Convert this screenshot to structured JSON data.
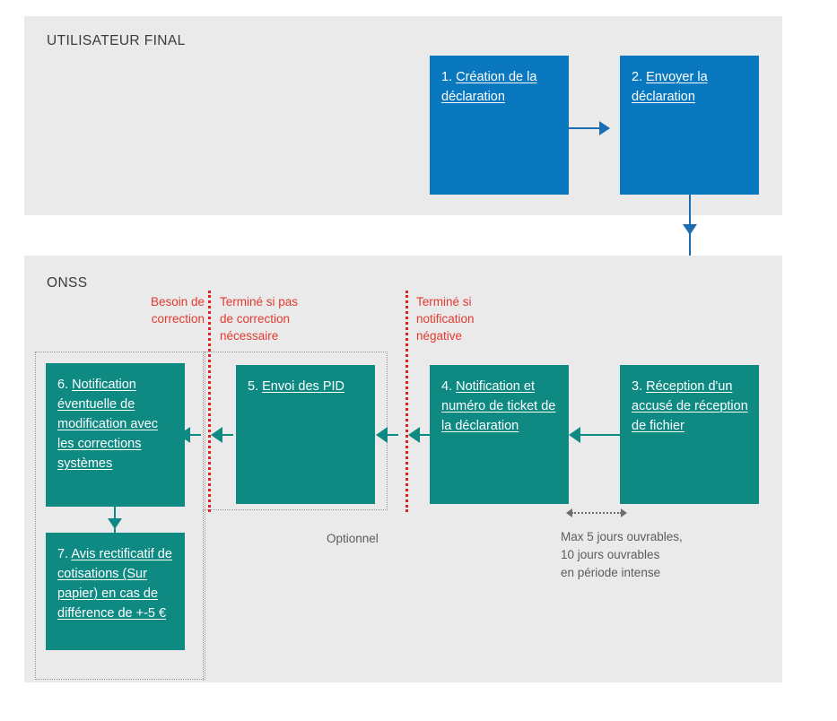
{
  "lanes": [
    {
      "title": "UTILISATEUR FINAL"
    },
    {
      "title": "ONSS"
    }
  ],
  "nodes": {
    "n1": {
      "number": "1.",
      "label": "Création de la déclaration"
    },
    "n2": {
      "number": "2.",
      "label": "Envoyer la déclaration"
    },
    "n3": {
      "number": "3.",
      "label": "Réception d'un accusé de réception de fichier"
    },
    "n4": {
      "number": "4.",
      "label": "Notification et numéro de ticket de la déclaration"
    },
    "n5": {
      "number": "5.",
      "label": "Envoi des PID"
    },
    "n6": {
      "number": "6.",
      "label": "Notification éventuelle de modification avec les corrections systèmes"
    },
    "n7": {
      "number": "7.",
      "label": "Avis rectificatif de cotisations (Sur papier) en cas de différence de +-5 €"
    }
  },
  "red_labels": {
    "correction_needed": "Besoin de\ncorrection",
    "done_no_correction": "Terminé si pas\nde correction\nnécessaire",
    "done_negative_notification": "Terminé si\nnotification\nnégative"
  },
  "notes": {
    "optional": "Optionnel",
    "deadline": "Max 5 jours ouvrables,\n10 jours ouvrables\nen période intense"
  },
  "colors": {
    "blue": "#0a78bf",
    "blue_line": "#1b6cb0",
    "teal": "#0e8a83",
    "red": "#e23a30",
    "panel_grey": "#eaeaea",
    "note_grey": "#5c5c5c"
  }
}
